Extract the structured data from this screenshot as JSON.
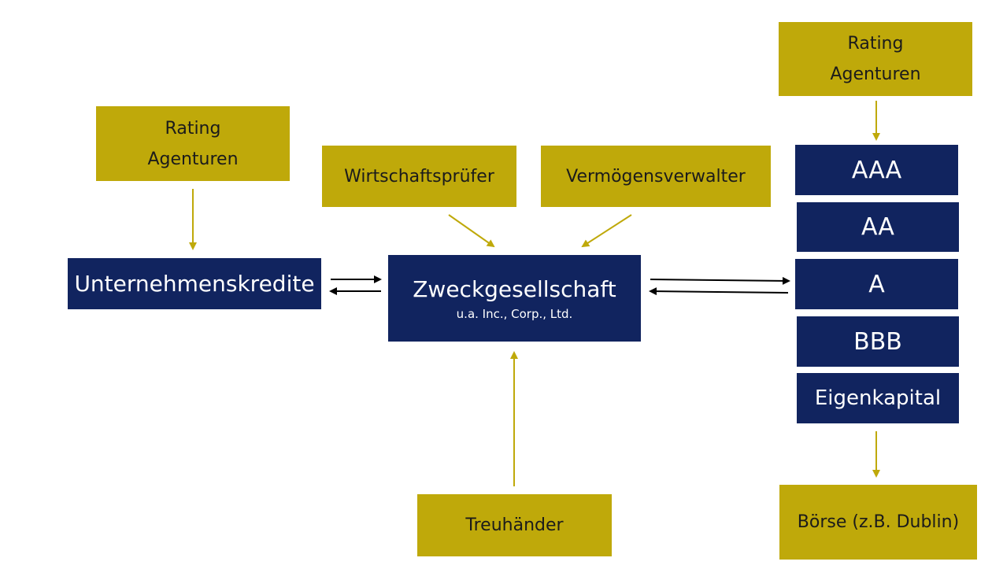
{
  "left": {
    "rating_line1": "Rating",
    "rating_line2": "Agenturen",
    "credits": "Unternehmenskredite"
  },
  "center": {
    "auditor": "Wirtschaftsprüfer",
    "asset_manager": "Vermögensverwalter",
    "spv_title": "Zweckgesellschaft",
    "spv_sub": "u.a. Inc., Corp., Ltd.",
    "trustee": "Treuhänder"
  },
  "right": {
    "rating_line1": "Rating",
    "rating_line2": "Agenturen",
    "tranches": [
      "AAA",
      "AA",
      "A",
      "BBB",
      "Eigenkapital"
    ],
    "exchange": "Börse (z.B. Dublin)"
  },
  "colors": {
    "gold": "#bfa90a",
    "navy": "#11245f",
    "arrow_gold": "#bfa90a",
    "arrow_black": "#000000"
  }
}
